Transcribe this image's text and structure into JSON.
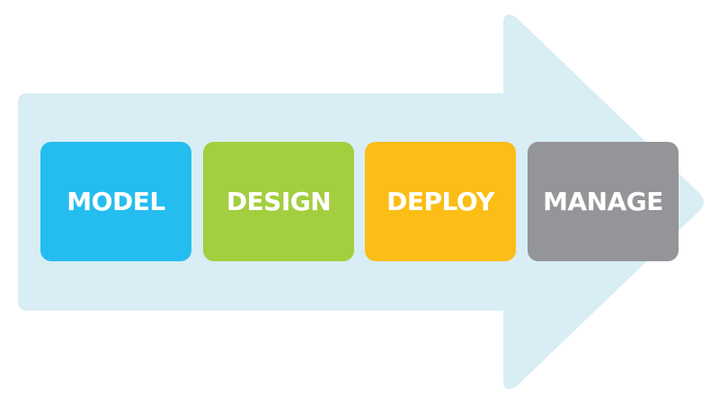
{
  "colors": {
    "arrow": "#d8edf4",
    "model": "#25bdf0",
    "design": "#a3ce3f",
    "deploy": "#fbbd16",
    "manage": "#939598"
  },
  "steps": [
    {
      "label": "MODEL",
      "color": "#25bdf0"
    },
    {
      "label": "DESIGN",
      "color": "#a3ce3f"
    },
    {
      "label": "DEPLOY",
      "color": "#fbbd16"
    },
    {
      "label": "MANAGE",
      "color": "#939598"
    }
  ]
}
